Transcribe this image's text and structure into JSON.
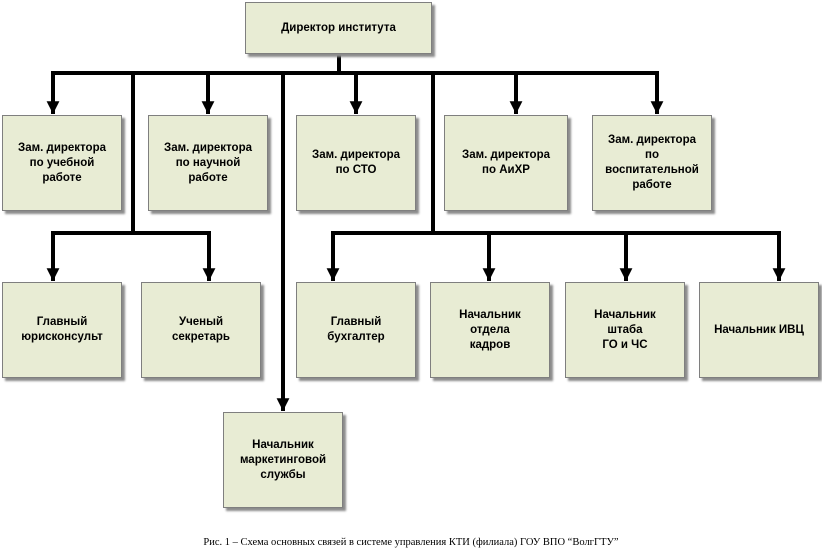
{
  "nodes": {
    "director": "Директор института",
    "deputy_education": "Зам. директора\nпо учебной\nработе",
    "deputy_science": "Зам. директора\nпо научной\nработе",
    "deputy_sto": "Зам. директора\nпо СТО",
    "deputy_aihr": "Зам. директора\nпо АиХР",
    "deputy_upbringing": "Зам. директора\nпо\nвоспитательной\nработе",
    "chief_legal": "Главный\nюрисконсульт",
    "scientific_secretary": "Ученый\nсекретарь",
    "chief_accountant": "Главный\nбухгалтер",
    "hr_head": "Начальник\nотдела\nкадров",
    "go_chs_head": "Начальник\nштаба\nГО и ЧС",
    "ivc_head": "Начальник ИВЦ",
    "marketing_head": "Начальник\nмаркетинговой\nслужбы"
  },
  "caption": "Рис. 1 – Схема основных связей в системе управления КТИ (филиала) ГОУ ВПО “ВолгГТУ”"
}
